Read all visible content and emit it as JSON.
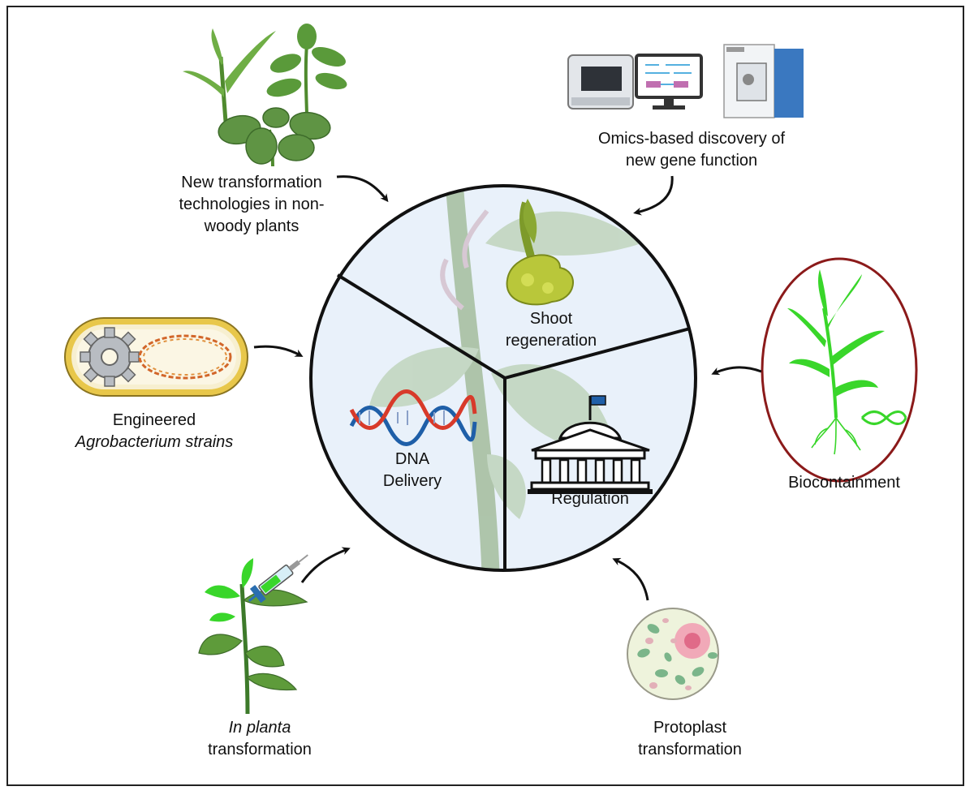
{
  "center": {
    "sectors": [
      {
        "line1": "Shoot",
        "line2": "regeneration"
      },
      {
        "line1": "DNA",
        "line2": "Delivery"
      },
      {
        "line1": "Regulation"
      }
    ]
  },
  "topics": {
    "new_tech": {
      "line1": "New transformation",
      "line2": "technologies in non-",
      "line3": "woody plants"
    },
    "omics": {
      "line1": "Omics-based discovery of",
      "line2": "new gene function"
    },
    "agro": {
      "line1": "Engineered",
      "line2": "Agrobacterium strains"
    },
    "biocontainment": {
      "line1": "Biocontainment"
    },
    "in_planta": {
      "line1_italic": "In planta",
      "line2": "transformation"
    },
    "protoplast": {
      "line1": "Protoplast",
      "line2": "transformation"
    }
  },
  "colors": {
    "circle_fill": "#e9f1fa",
    "outline": "#111111",
    "plant_green": "#5e9b3a",
    "bright_green": "#39d62a",
    "biocontainment_ring": "#8b1a1a",
    "agro_outer": "#e8c74a",
    "dna_blue": "#1f5fa8",
    "dna_red": "#d83a2a"
  },
  "icons": [
    "crop-plants-icon",
    "sequencer-icon",
    "agrobacterium-icon",
    "transgenic-plant-icon",
    "syringe-plant-icon",
    "protoplast-cell-icon",
    "dna-helix-icon",
    "government-building-icon",
    "callus-shoot-icon"
  ]
}
